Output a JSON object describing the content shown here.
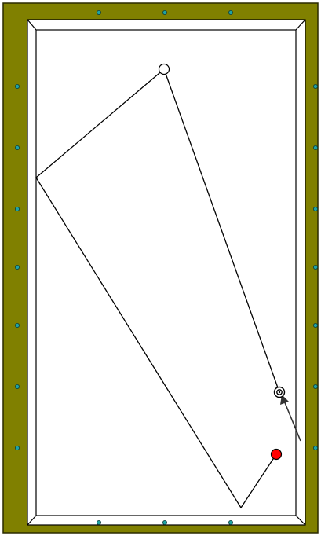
{
  "colors": {
    "frame": "#808000",
    "frame_edge": "#2a2a00",
    "cushion": "#ffffff",
    "cushion_edge": "#000000",
    "bed": "#ffffff",
    "diamond": "#1fa3a3",
    "trajectory": "#000000",
    "cue_ball": "#ffffff",
    "object_ball": "#ff0000",
    "target_ball": "#ffffff"
  },
  "icons": {
    "diamond_marker": "diamond-sight-icon",
    "aim_arrow": "aim-arrow-icon"
  },
  "balls": [
    {
      "name": "white-ball",
      "color_key": "cue_ball"
    },
    {
      "name": "red-ball",
      "color_key": "object_ball"
    },
    {
      "name": "spotted-ball",
      "color_key": "target_ball"
    }
  ]
}
